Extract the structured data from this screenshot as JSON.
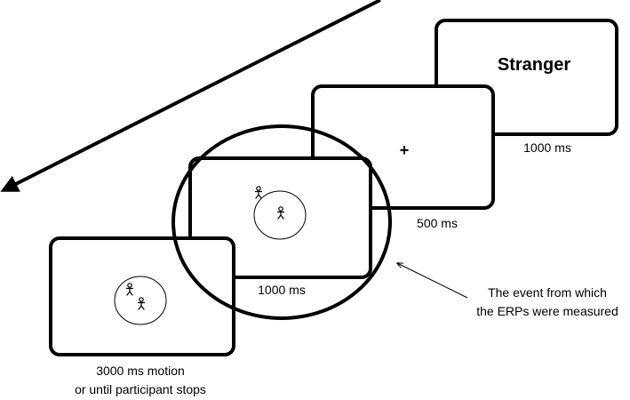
{
  "time_arrow": {
    "direction": "down-left"
  },
  "screens": [
    {
      "id": "word",
      "content": "Stranger",
      "duration_label": "1000 ms"
    },
    {
      "id": "fixation",
      "content": "+",
      "duration_label": "500 ms"
    },
    {
      "id": "static-figures",
      "content_icon": "two-stick-figures-icon",
      "duration_label": "1000 ms"
    },
    {
      "id": "motion",
      "content_icon": "two-stick-figures-icon",
      "duration_label_lines": [
        "3000 ms motion",
        "or until participant stops"
      ]
    }
  ],
  "annotation": {
    "lines": [
      "The event from which",
      "the ERPs were measured"
    ]
  }
}
